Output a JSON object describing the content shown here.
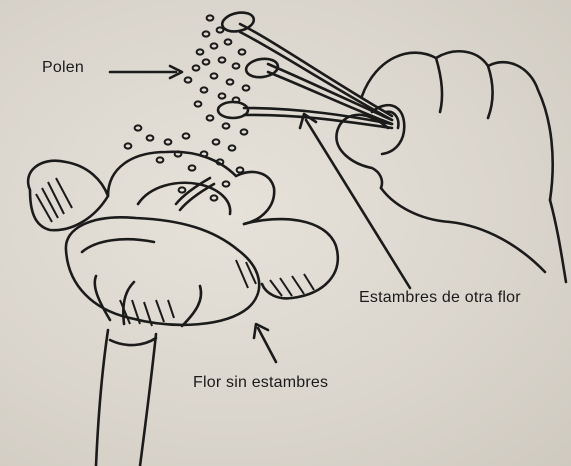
{
  "diagram": {
    "labels": {
      "pollen": "Polen",
      "stamens_other_flower": "Estambres de otra flor",
      "flower_without_stamens": "Flor sin estambres"
    },
    "colors": {
      "paper": "#dcd8cf",
      "ink": "#1b1b1b"
    }
  }
}
